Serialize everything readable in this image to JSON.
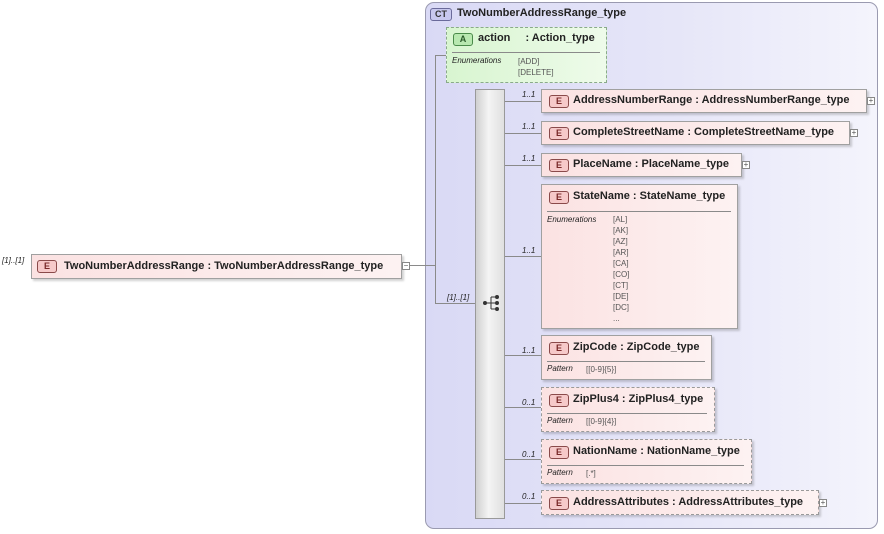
{
  "complex_type": {
    "badge": "CT",
    "name": "TwoNumberAddressRange_type"
  },
  "root": {
    "cardinality": "[1]..[1]",
    "badge": "E",
    "name": "TwoNumberAddressRange",
    "type": ": TwoNumberAddressRange_type"
  },
  "sequence": {
    "cardinality": "[1]..[1]"
  },
  "attribute": {
    "badge": "A",
    "name": "action",
    "type": ": Action_type",
    "facet_label": "Enumerations",
    "values": [
      "[ADD]",
      "[DELETE]"
    ]
  },
  "elements": [
    {
      "cardinality": "1..1",
      "badge": "E",
      "name": "AddressNumberRange",
      "type": ": AddressNumberRange_type",
      "expandable": true
    },
    {
      "cardinality": "1..1",
      "badge": "E",
      "name": "CompleteStreetName",
      "type": ": CompleteStreetName_type",
      "expandable": true
    },
    {
      "cardinality": "1..1",
      "badge": "E",
      "name": "PlaceName",
      "type": ": PlaceName_type",
      "expandable": true
    },
    {
      "cardinality": "1..1",
      "badge": "E",
      "name": "StateName",
      "type": ": StateName_type",
      "facet_label": "Enumerations",
      "values": [
        "[AL]",
        "[AK]",
        "[AZ]",
        "[AR]",
        "[CA]",
        "[CO]",
        "[CT]",
        "[DE]",
        "[DC]",
        "..."
      ]
    },
    {
      "cardinality": "1..1",
      "badge": "E",
      "name": "ZipCode",
      "type": ": ZipCode_type",
      "facet_label": "Pattern",
      "values": [
        "[[0-9]{5}]"
      ]
    },
    {
      "cardinality": "0..1",
      "badge": "E",
      "name": "ZipPlus4",
      "type": ": ZipPlus4_type",
      "facet_label": "Pattern",
      "values": [
        "[[0-9]{4}]"
      ]
    },
    {
      "cardinality": "0..1",
      "badge": "E",
      "name": "NationName",
      "type": ": NationName_type",
      "facet_label": "Pattern",
      "values": [
        "[.*]"
      ]
    },
    {
      "cardinality": "0..1",
      "badge": "E",
      "name": "AddressAttributes",
      "type": ": AddressAttributes_type",
      "expandable": true
    }
  ]
}
